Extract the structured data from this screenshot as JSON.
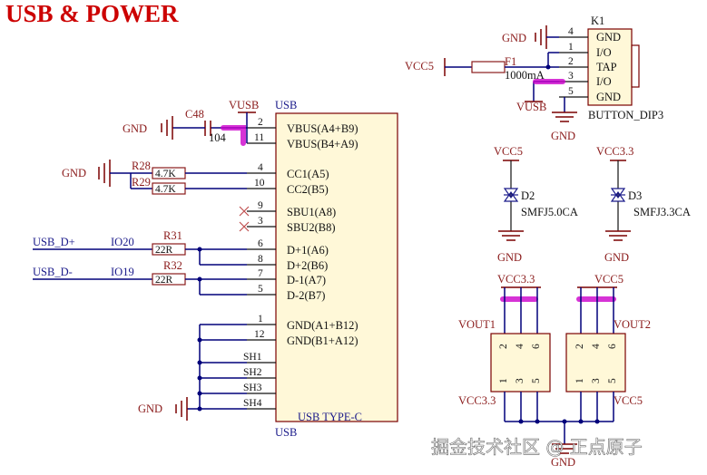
{
  "title": "USB & POWER",
  "watermark": "掘金技术社区 @ 正点原子",
  "usb": {
    "ref_top": "USB",
    "ref_bottom": "USB",
    "part": "USB TYPE-C",
    "pins": [
      {
        "num": "2",
        "name": "VBUS(A4+B9)"
      },
      {
        "num": "11",
        "name": "VBUS(B4+A9)"
      },
      {
        "num": "4",
        "name": "CC1(A5)"
      },
      {
        "num": "10",
        "name": "CC2(B5)"
      },
      {
        "num": "9",
        "name": "SBU1(A8)"
      },
      {
        "num": "3",
        "name": "SBU2(B8)"
      },
      {
        "num": "6",
        "name": "D+1(A6)"
      },
      {
        "num": "8",
        "name": "D+2(B6)"
      },
      {
        "num": "7",
        "name": "D-1(A7)"
      },
      {
        "num": "5",
        "name": "D-2(B7)"
      },
      {
        "num": "1",
        "name": "GND(A1+B12)"
      },
      {
        "num": "12",
        "name": "GND(B1+A12)"
      }
    ],
    "shield_pins": [
      "SH1",
      "SH2",
      "SH3",
      "SH4"
    ]
  },
  "cap": {
    "ref": "C48",
    "value": "104"
  },
  "resistors": [
    {
      "ref": "R28",
      "value": "4.7K"
    },
    {
      "ref": "R29",
      "value": "4.7K"
    },
    {
      "ref": "R31",
      "value": "22R"
    },
    {
      "ref": "R32",
      "value": "22R"
    }
  ],
  "nets": {
    "gnd": "GND",
    "vbus": "VUSB",
    "vcc5": "VCC5",
    "vcc33": "VCC3.3",
    "usb_dp": "USB_D+",
    "usb_dm": "USB_D-",
    "io20": "IO20",
    "io19": "IO19"
  },
  "fuse": {
    "ref": "F1",
    "value": "1000mA"
  },
  "button": {
    "ref": "K1",
    "part": "BUTTON_DIP3",
    "pins": [
      {
        "num": "4",
        "name": "GND"
      },
      {
        "num": "1",
        "name": "I/O"
      },
      {
        "num": "2",
        "name": "TAP"
      },
      {
        "num": "3",
        "name": "I/O"
      },
      {
        "num": "5",
        "name": "GND"
      }
    ]
  },
  "diodes": [
    {
      "ref": "D2",
      "part": "SMFJ5.0CA",
      "net": "VCC5"
    },
    {
      "ref": "D3",
      "part": "SMFJ3.3CA",
      "net": "VCC3.3"
    }
  ],
  "vout": [
    {
      "ref": "VOUT1",
      "net_top": "VCC3.3",
      "net_bottom": "VCC3.3",
      "top_pins": [
        "2",
        "4",
        "6"
      ],
      "bottom_pins": [
        "1",
        "3",
        "5"
      ]
    },
    {
      "ref": "VOUT2",
      "net_top": "VCC5",
      "net_bottom": "VCC5",
      "top_pins": [
        "2",
        "4",
        "6"
      ],
      "bottom_pins": [
        "1",
        "3",
        "5"
      ]
    }
  ]
}
